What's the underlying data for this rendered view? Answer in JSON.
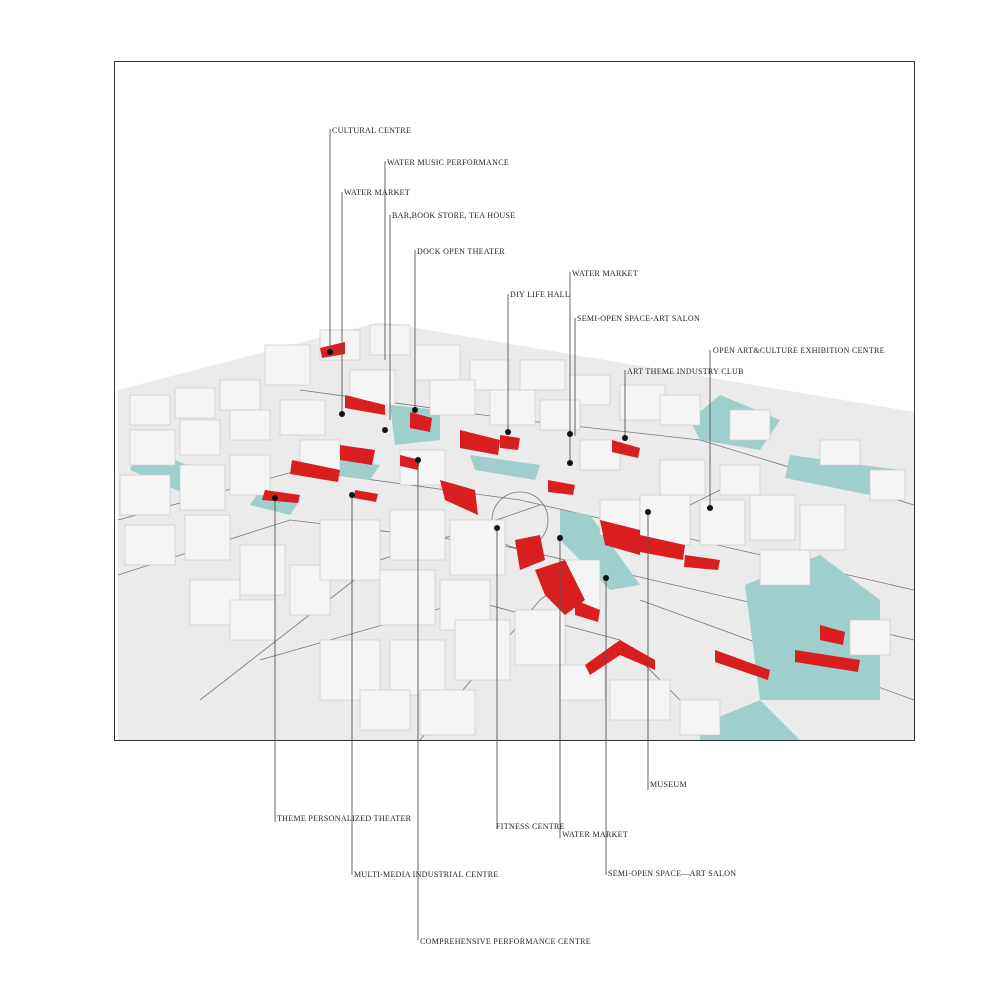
{
  "labels": {
    "cultural_centre": "CULTURAL CENTRE",
    "water_music_performance": "WATER MUSIC PERFORMANCE",
    "water_market_1": "WATER MARKET",
    "bar_book_tea": "BAR,BOOK STORE, TEA HOUSE",
    "dock_open_theater": "DOCK OPEN THEATER",
    "water_market_2": "WATER MARKET",
    "diy_life_hall": "DIY LIFE HALL",
    "semi_open_art_salon_1": "SEMI-OPEN SPACE-ART SALON",
    "open_art_culture_exhibition": "OPEN ART&CULTURE EXHIBITION CENTRE",
    "art_theme_industry_club": "ART THEME INDUSTRY CLUB",
    "museum": "MUSEUM",
    "theme_personalized_theater": "THEME PERSONALIZED THEATER",
    "fitness_centre": "FITNESS CENTRE",
    "water_market_3": "WATER MARKET",
    "multi_media_industrial": "MULTI-MEDIA INDUSTRIAL CENTRE",
    "semi_open_art_salon_2": "SEMI-OPEN SPACE—ART SALON",
    "comprehensive_performance": "COMPREHENSIVE PERFORMANCE CENTRE"
  },
  "colors": {
    "ground": "#e9e9e9",
    "building": "#f4f4f4",
    "building_shade": "#d6d6d6",
    "water": "#9fcfcc",
    "highlight": "#d81e1e",
    "frame": "#333333"
  }
}
